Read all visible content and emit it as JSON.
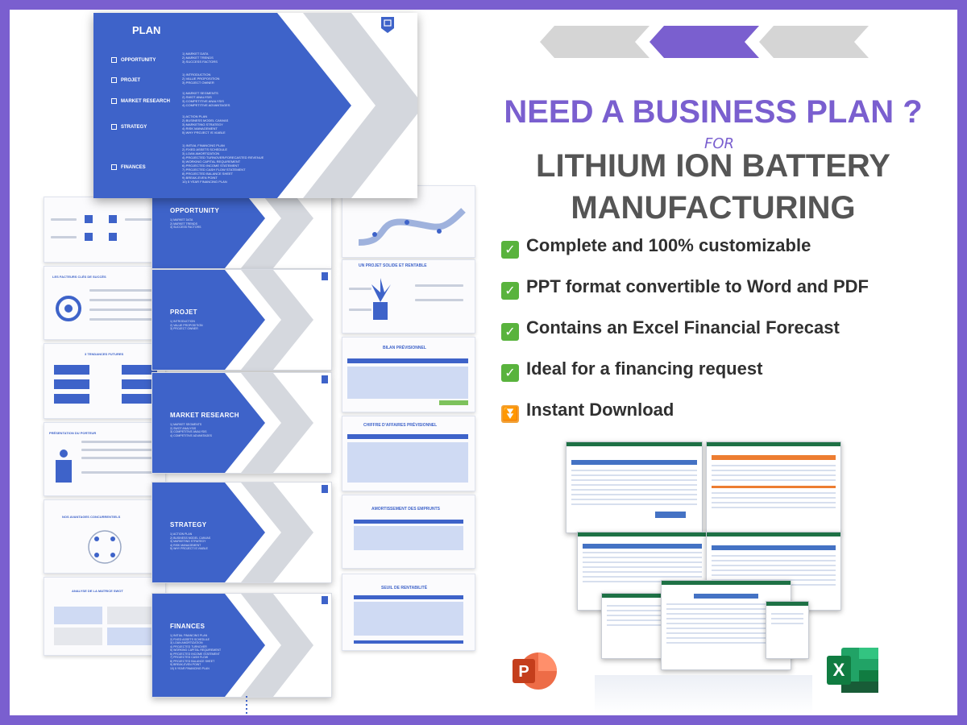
{
  "brand": {
    "accent": "#7a5fcf",
    "slide_blue": "#3e63c9",
    "text_gray": "#555555"
  },
  "main_slide": {
    "title": "PLAN",
    "sections": [
      {
        "label": "OPPORTUNITY",
        "items": [
          "1) MARKET DATA",
          "2) MARKET TRENDS",
          "3) SUCCESS FACTORS"
        ]
      },
      {
        "label": "PROJET",
        "items": [
          "1) INTRODUCTION",
          "2) VALUE PROPOSITION",
          "3) PROJECT OWNER"
        ]
      },
      {
        "label": "MARKET RESEARCH",
        "items": [
          "1) MARKET SEGMENTS",
          "2) SWOT ANALYSIS",
          "3) COMPETITIVE ANALYSIS",
          "4) COMPETITIVE ADVANTAGES"
        ]
      },
      {
        "label": "STRATEGY",
        "items": [
          "1) ACTION PLAN",
          "2) BUSINESS MODEL CANVAS",
          "3) MARKETING STRATEGY",
          "4) RISK MANAGEMENT",
          "5) WHY PROJECT IS VIABLE"
        ]
      },
      {
        "label": "FINANCES",
        "items": [
          "1) INITIAL FINANCING PLAN",
          "2) FIXED ASSETS SCHEDULE",
          "3) LOAN AMORTIZATION",
          "4) PROJECTED TURNOVER/FORECASTED REVENUE",
          "5) WORKING CAPITAL REQUIREMENT",
          "6) PROJECTED INCOME STATEMENT",
          "7) PROJECTED CASH FLOW STATEMENT",
          "8) PROJECTED BALANCE SHEET",
          "9) BREAK-EVEN POINT",
          "10) 5 YEAR FINANCING PLAN"
        ]
      }
    ]
  },
  "section_slides": [
    {
      "title": "OPPORTUNITY",
      "items": [
        "1) MARKET DATA",
        "2) MARKET TRENDS",
        "3) SUCCESS FACTORS"
      ]
    },
    {
      "title": "PROJET",
      "items": [
        "1) INTRODUCTION",
        "2) VALUE PROPOSITION",
        "3) PROJECT OWNER"
      ]
    },
    {
      "title": "MARKET RESEARCH",
      "items": [
        "1) MARKET SEGMENTS",
        "2) SWOT ANALYSIS",
        "3) COMPETITIVE ANALYSIS",
        "4) COMPETITIVE ADVANTAGES"
      ]
    },
    {
      "title": "STRATEGY",
      "items": [
        "1) ACTION PLAN",
        "2) BUSINESS MODEL CANVAS",
        "3) MARKETING STRATEGY",
        "4) RISK MANAGEMENT",
        "5) WHY PROJECT IS VIABLE"
      ]
    },
    {
      "title": "FINANCES",
      "items": [
        "1) INITIAL FINANCING PLAN",
        "2) FIXED ASSETS SCHEDULE",
        "3) LOAN AMORTIZATION",
        "4) PROJECTED TURNOVER",
        "5) WORKING CAPITAL REQUIREMENT",
        "6) PROJECTED INCOME STATEMENT",
        "7) PROJECTED CASH FLOW",
        "8) PROJECTED BALANCE SHEET",
        "9) BREAK-EVEN POINT",
        "10) 5 YEAR FINANCING PLAN"
      ]
    }
  ],
  "thumb_titles": [
    "UN PROJET SOLIDE ET RENTABLE",
    "BILAN PRÉVISIONNEL",
    "CHIFFRE D'AFFAIRES PRÉVISIONNEL",
    "AMORTISSEMENT DES EMPRUNTS",
    "SEUIL DE RENTABILITÉ",
    "LES FACTEURS CLÉS DE SUCCÈS",
    "3 TENDANCES FUTURES",
    "PRÉSENTATION DU PORTEUR",
    "NOS AVANTAGES CONCURRENTIELS",
    "ANALYSE DE LA MATRICE SWOT"
  ],
  "headline": {
    "line1": "NEED A BUSINESS PLAN ?",
    "for_word": "FOR",
    "line2": "LITHIUM ION BATTERY",
    "line3": "MANUFACTURING"
  },
  "features": [
    {
      "icon": "check-mark-icon",
      "color": "#59b33d",
      "text": "Complete and 100% customizable"
    },
    {
      "icon": "check-mark-icon",
      "color": "#59b33d",
      "text": "PPT format convertible to Word and PDF"
    },
    {
      "icon": "check-mark-icon",
      "color": "#59b33d",
      "text": "Contains an Excel Financial Forecast"
    },
    {
      "icon": "check-mark-icon",
      "color": "#59b33d",
      "text": "Ideal for a financing request"
    },
    {
      "icon": "double-down-arrow-icon",
      "color": "#f2a236",
      "text": "Instant Download"
    }
  ],
  "app_icons": {
    "powerpoint_letter": "P",
    "excel_letter": "X"
  }
}
